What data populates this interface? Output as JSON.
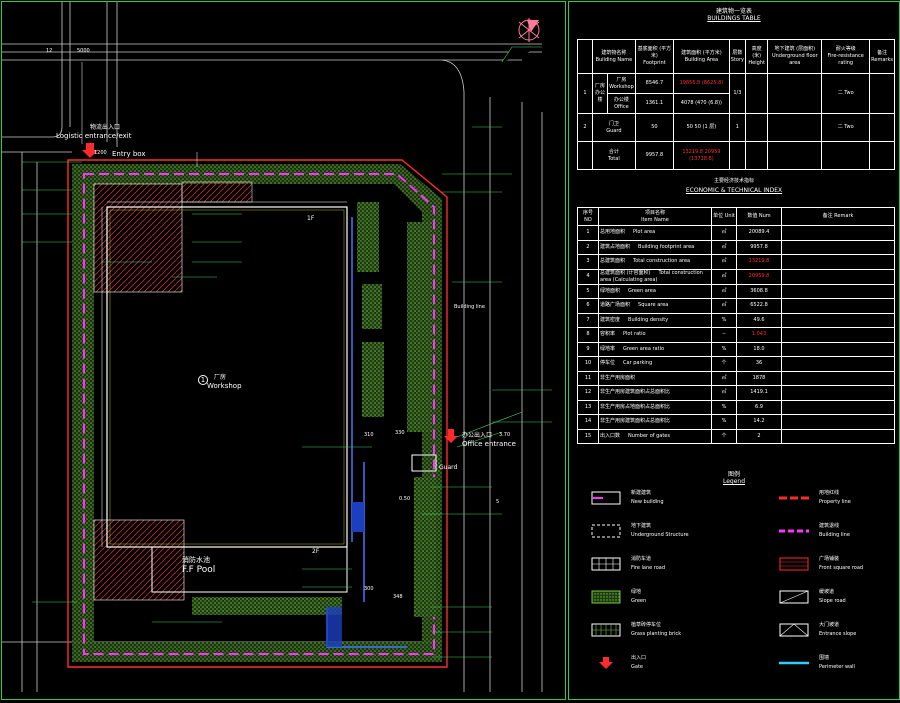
{
  "plan": {
    "labels": {
      "logistic_entrance": "Logistic entrance/exit",
      "logistic_entrance_cn": "物流出入口",
      "entry_box": "Entry box",
      "workshop_cn": "厂房",
      "workshop": "Workshop",
      "workshop_no": "1",
      "ff_pool_cn": "消防水池",
      "ff_pool": "F.F Pool",
      "office_entrance_cn": "办公出入口",
      "office_entrance": "Office entrance",
      "guard": "Guard",
      "building_line": "Building line",
      "floor_1f": "1F",
      "floor_2f": "2F",
      "dim_330": "330",
      "dim_310": "310",
      "dim_370": "3.70",
      "dim_348": "348",
      "dim_300": "300",
      "dim_050": "0.50",
      "dim_12": "12",
      "dim_5": "5",
      "dim_1200": "1200",
      "dim_5000": "5000"
    }
  },
  "tables": {
    "building_table": {
      "title_cn": "建筑物一览表",
      "title_en": "BUILDINGS TABLE",
      "headers": [
        {
          "cn": "建筑物名称",
          "en": "Building Name"
        },
        {
          "cn": "基底面积 (平方米)",
          "en": "Footprint"
        },
        {
          "cn": "建筑面积 (平方米)",
          "en": "Building Area"
        },
        {
          "cn": "层数",
          "en": "Story"
        },
        {
          "cn": "高度 (米)",
          "en": "Height"
        },
        {
          "cn": "地下建筑 (层面积)",
          "en": "Underground floor area"
        },
        {
          "cn": "耐火等级",
          "en": "Fire-resistance rating"
        },
        {
          "cn": "备注",
          "en": "Remarks"
        }
      ],
      "rows": [
        {
          "no": "1",
          "name_cn": "厂房",
          "name_en": "Workshop",
          "footprint": "8546.7",
          "area": "19856.8 (8625.8)",
          "story": "",
          "height": "",
          "underground": "",
          "fire": "二 Two",
          "remarks": ""
        },
        {
          "no": "",
          "name_cn": "办公楼",
          "name_en": "Office",
          "footprint": "1361.1",
          "area": "4078  (470 (6.8))",
          "story": "1/3",
          "height": "",
          "underground": "",
          "fire": "",
          "remarks": ""
        },
        {
          "no": "2",
          "name_cn": "门卫",
          "name_en": "Guard",
          "footprint": "50",
          "area": "50  50 (1 层)",
          "story": "1",
          "height": "",
          "underground": "",
          "fire": "二 Two",
          "remarks": ""
        },
        {
          "no": "",
          "name_cn": "合计",
          "name_en": "Total",
          "footprint": "9957.8",
          "area": "13219.8  20959 (13718.8)",
          "story": "",
          "height": "",
          "underground": "",
          "fire": "",
          "remarks": ""
        }
      ]
    },
    "tech_index": {
      "title_cn": "主要经济技术指标",
      "title_en": "ECONOMIC & TECHNICAL INDEX",
      "headers": {
        "no": "序号 NO",
        "item_cn": "项目名称",
        "item_en": "Item Name",
        "unit": "单位 Unit",
        "value": "数值 Num",
        "remark": "备注 Remark"
      },
      "rows": [
        {
          "no": "1",
          "cn": "总用地面积",
          "en": "Plot area",
          "unit": "㎡",
          "value": "20089.4",
          "red": false
        },
        {
          "no": "2",
          "cn": "建筑占地面积",
          "en": "Building footprint area",
          "unit": "㎡",
          "value": "9957.8",
          "red": false
        },
        {
          "no": "3",
          "cn": "总建筑面积",
          "en": "Total construction area",
          "unit": "㎡",
          "value": "13219.8",
          "red": true
        },
        {
          "no": "4",
          "cn": "总建筑面积 (计容面积)",
          "en": "Total construction area (Calculating area)",
          "unit": "㎡",
          "value": "20959.8",
          "red": true
        },
        {
          "no": "5",
          "cn": "绿地面积",
          "en": "Green area",
          "unit": "㎡",
          "value": "3608.8",
          "red": false
        },
        {
          "no": "6",
          "cn": "道路广场面积",
          "en": "Square area",
          "unit": "㎡",
          "value": "6522.8",
          "red": false
        },
        {
          "no": "7",
          "cn": "建筑密度",
          "en": "Building density",
          "unit": "%",
          "value": "49.6",
          "red": false
        },
        {
          "no": "8",
          "cn": "容积率",
          "en": "Plot ratio",
          "unit": "--",
          "value": "1.043",
          "red": true
        },
        {
          "no": "9",
          "cn": "绿地率",
          "en": "Green area ratio",
          "unit": "%",
          "value": "18.0",
          "red": false
        },
        {
          "no": "10",
          "cn": "停车位",
          "en": "Car parking",
          "unit": "个",
          "value": "36",
          "red": false
        },
        {
          "no": "11",
          "cn": "非生产用房面积",
          "en": "",
          "unit": "㎡",
          "value": "1878",
          "red": false
        },
        {
          "no": "12",
          "cn": "非生产用房建筑面积占总面积比",
          "en": "",
          "unit": "㎡",
          "value": "1419.1",
          "red": false
        },
        {
          "no": "13",
          "cn": "非生产用房占地面积占总面积比",
          "en": "",
          "unit": "%",
          "value": "6.9",
          "red": false
        },
        {
          "no": "14",
          "cn": "非生产用房建筑面积占总面积比",
          "en": "",
          "unit": "%",
          "value": "14.2",
          "red": false
        },
        {
          "no": "15",
          "cn": "出入口数",
          "en": "Number of gates",
          "unit": "个",
          "value": "2",
          "red": false
        }
      ]
    }
  },
  "legend": {
    "title_cn": "图例",
    "title_en": "Legend",
    "items": [
      {
        "cn": "新建建筑",
        "en": "New building",
        "icon": "new-building"
      },
      {
        "cn": "用地红线",
        "en": "Property line",
        "icon": "property-line"
      },
      {
        "cn": "地下建筑",
        "en": "Underground Structure",
        "icon": "underground"
      },
      {
        "cn": "建筑退线",
        "en": "Building line",
        "icon": "building-line"
      },
      {
        "cn": "消防车道",
        "en": "Fire lane road",
        "icon": "fire-lane"
      },
      {
        "cn": "广场铺装",
        "en": "Front square road",
        "icon": "front-square"
      },
      {
        "cn": "绿地",
        "en": "Green",
        "icon": "green"
      },
      {
        "cn": "缓坡道",
        "en": "Slope road",
        "icon": "slope"
      },
      {
        "cn": "植草砖停车位",
        "en": "Grass planting brick",
        "icon": "grass-brick"
      },
      {
        "cn": "大门坡道",
        "en": "Entrance slope",
        "icon": "entrance-slope"
      },
      {
        "cn": "出入口",
        "en": "Gate",
        "icon": "gate"
      },
      {
        "cn": "围墙",
        "en": "Perimeter wall",
        "icon": "wall"
      }
    ]
  },
  "colors": {
    "frame": "#2ecc40",
    "property_line": "#ff2a2a",
    "building_line": "#ff33ff",
    "building": "#ffffff",
    "green": "#7fbf3f",
    "water": "#3b7bff",
    "road": "#cccccc",
    "annot": "#3bd16f"
  }
}
